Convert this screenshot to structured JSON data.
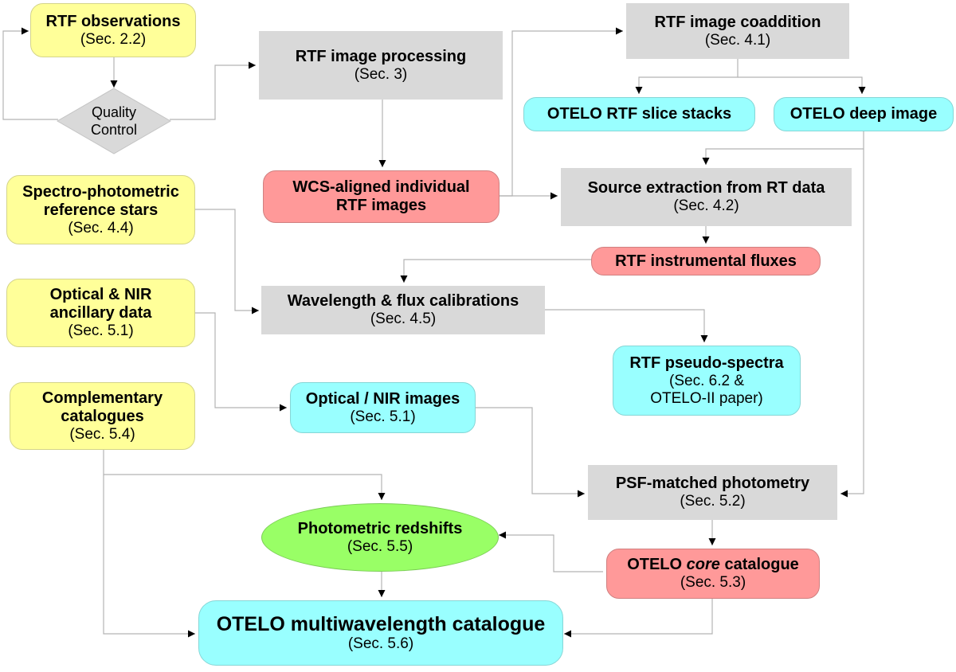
{
  "nodes": {
    "rtf_obs": {
      "title": "RTF observations",
      "sub": "(Sec. 2.2)"
    },
    "quality": {
      "line1": "Quality",
      "line2": "Control"
    },
    "rtf_proc": {
      "title": "RTF image processing",
      "sub": "(Sec. 3)"
    },
    "wcs": {
      "line1": "WCS-aligned individual",
      "line2": "RTF images"
    },
    "coadd": {
      "title": "RTF image coaddition",
      "sub": "(Sec. 4.1)"
    },
    "slice": {
      "title": "OTELO RTF slice stacks"
    },
    "deep": {
      "title": "OTELO deep image"
    },
    "source": {
      "title": "Source extraction from RT data",
      "sub": "(Sec. 4.2)"
    },
    "instr": {
      "title": "RTF instrumental fluxes"
    },
    "spectro": {
      "line1": "Spectro-photometric",
      "line2": "reference stars",
      "sub": "(Sec. 4.4)"
    },
    "wave": {
      "title": "Wavelength & flux calibrations",
      "sub": "(Sec. 4.5)"
    },
    "pseudo": {
      "title": "RTF pseudo-spectra",
      "sub1": "(Sec. 6.2 &",
      "sub2": "OTELO-II paper)"
    },
    "optical": {
      "line1": "Optical & NIR",
      "line2": "ancillary data",
      "sub": "(Sec. 5.1)"
    },
    "optimg": {
      "title": "Optical / NIR images",
      "sub": "(Sec. 5.1)"
    },
    "compl": {
      "line1": "Complementary",
      "line2": "catalogues",
      "sub": "(Sec. 5.4)"
    },
    "psf": {
      "title": "PSF-matched photometry",
      "sub": "(Sec. 5.2)"
    },
    "photz": {
      "title": "Photometric redshifts",
      "sub": "(Sec. 5.5)"
    },
    "core": {
      "pre": "OTELO ",
      "em": "core",
      "post": " catalogue",
      "sub": "(Sec. 5.3)"
    },
    "multi": {
      "title": "OTELO multiwavelength catalogue",
      "sub": "(Sec. 5.6)"
    }
  },
  "colors": {
    "process": "#d9d9d9",
    "input": "#ffff99",
    "product": "#99ffff",
    "intermediate": "#ff9999",
    "redshift": "#99ff66",
    "connector": "#b3b3b3",
    "arrowhead": "#000000"
  }
}
